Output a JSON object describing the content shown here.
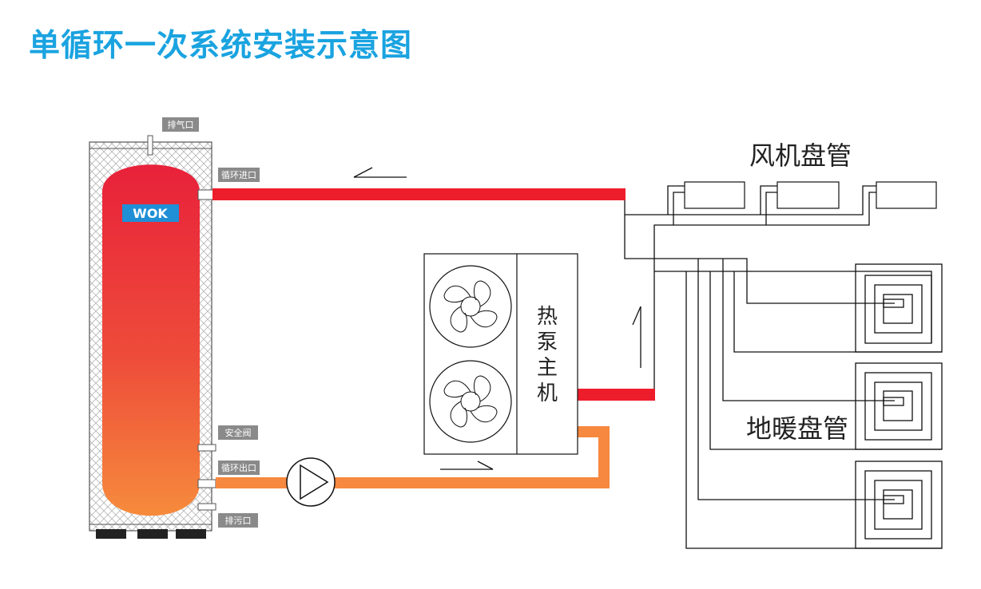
{
  "title": "单循环一次系统安装示意图",
  "tank": {
    "brand": "WOK",
    "labels": {
      "vent": "排气口",
      "inlet": "循环进口",
      "safety_valve": "安全阀",
      "outlet": "循环出口",
      "drain": "排污口"
    }
  },
  "heat_pump": {
    "label_chars": [
      "热",
      "泵",
      "主",
      "机"
    ]
  },
  "fan_coil": {
    "label": "风机盘管"
  },
  "floor_heating": {
    "label": "地暖盘管"
  },
  "colors": {
    "title": "#1aa3e0",
    "hot_pipe": "#ee1d2c",
    "return_pipe": "#f6883f",
    "tank_top": "#e8213a",
    "tank_bottom": "#f68b3c",
    "label_bg": "#8a8a8a",
    "logo_bg": "#1f8fd6"
  }
}
